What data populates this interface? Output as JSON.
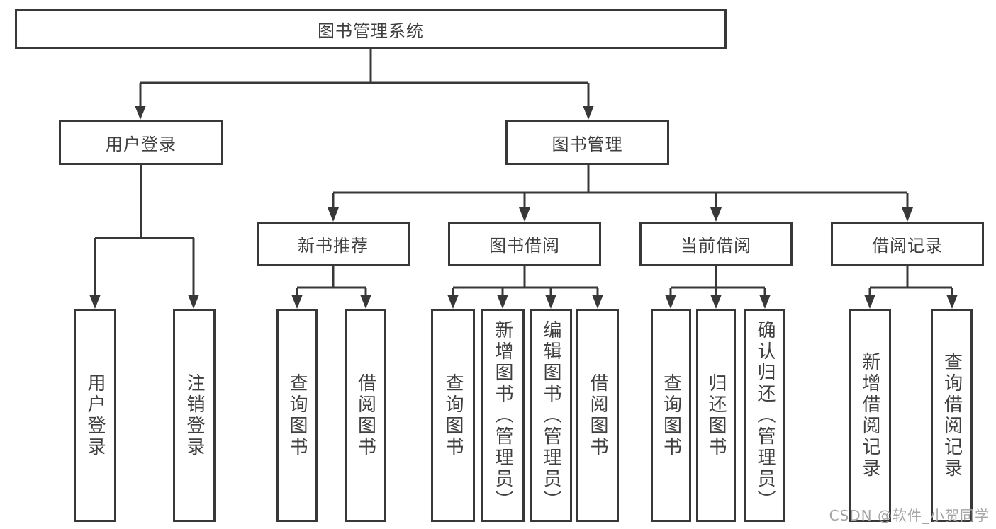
{
  "colors": {
    "line": "#383838",
    "border": "#383838",
    "text": "#3f3f3f",
    "watermark": "#a5a5a5",
    "background": "#ffffff"
  },
  "diagram": {
    "title": "图书管理系统",
    "level2": [
      {
        "label": "用户登录"
      },
      {
        "label": "图书管理"
      }
    ],
    "level3": [
      {
        "label": "新书推荐"
      },
      {
        "label": "图书借阅"
      },
      {
        "label": "当前借阅"
      },
      {
        "label": "借阅记录"
      }
    ],
    "level4": {
      "user_login": [
        "用户登录",
        "注销登录"
      ],
      "new_book_recommend": [
        "查询图书",
        "借阅图书"
      ],
      "book_borrowing": [
        "查询图书",
        "新增图书（管理员）",
        "编辑图书（管理员）",
        "借阅图书"
      ],
      "current_borrowing": [
        "查询图书",
        "归还图书",
        "确认归还（管理员）"
      ],
      "borrowing_records": [
        "新增借阅记录",
        "查询借阅记录"
      ]
    }
  },
  "watermark": "CSDN @软件_小贺同学"
}
